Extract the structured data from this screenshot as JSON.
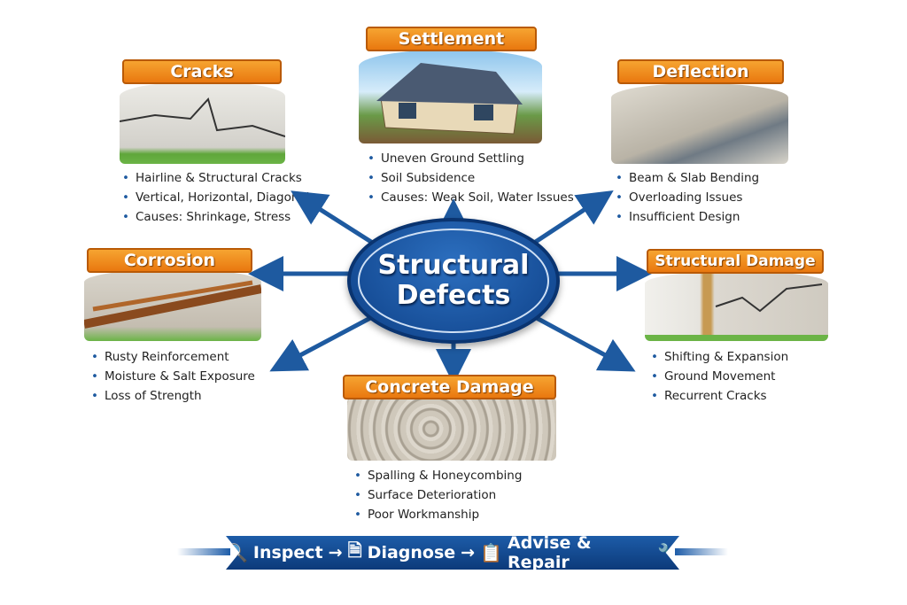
{
  "center": {
    "line1": "Structural",
    "line2": "Defects"
  },
  "categories": [
    {
      "id": "cracks",
      "title": "Cracks",
      "bullets": [
        "Hairline & Structural Cracks",
        "Vertical, Horizontal, Diagonal",
        "Causes: Shrinkage, Stress"
      ]
    },
    {
      "id": "settlement",
      "title": "Settlement",
      "bullets": [
        "Uneven Ground Settling",
        "Soil Subsidence",
        "Causes: Weak Soil, Water Issues"
      ]
    },
    {
      "id": "deflection",
      "title": "Deflection",
      "bullets": [
        "Beam & Slab Bending",
        "Overloading Issues",
        "Insufficient Design"
      ]
    },
    {
      "id": "corrosion",
      "title": "Corrosion",
      "bullets": [
        "Rusty Reinforcement",
        "Moisture & Salt Exposure",
        "Loss of Strength"
      ]
    },
    {
      "id": "structural-damage",
      "title": "Structural Damage",
      "bullets": [
        "Shifting & Expansion",
        "Ground Movement",
        "Recurrent Cracks"
      ]
    },
    {
      "id": "concrete-damage",
      "title": "Concrete Damage",
      "bullets": [
        "Spalling & Honeycombing",
        "Surface Deterioration",
        "Poor Workmanship"
      ]
    }
  ],
  "banner": {
    "step1": "Inspect",
    "step2": "Diagnose",
    "step3": "Advise & Repair",
    "arrow": "→"
  },
  "colors": {
    "accent_orange": "#ef8a1c",
    "primary_blue": "#0d3f86"
  }
}
